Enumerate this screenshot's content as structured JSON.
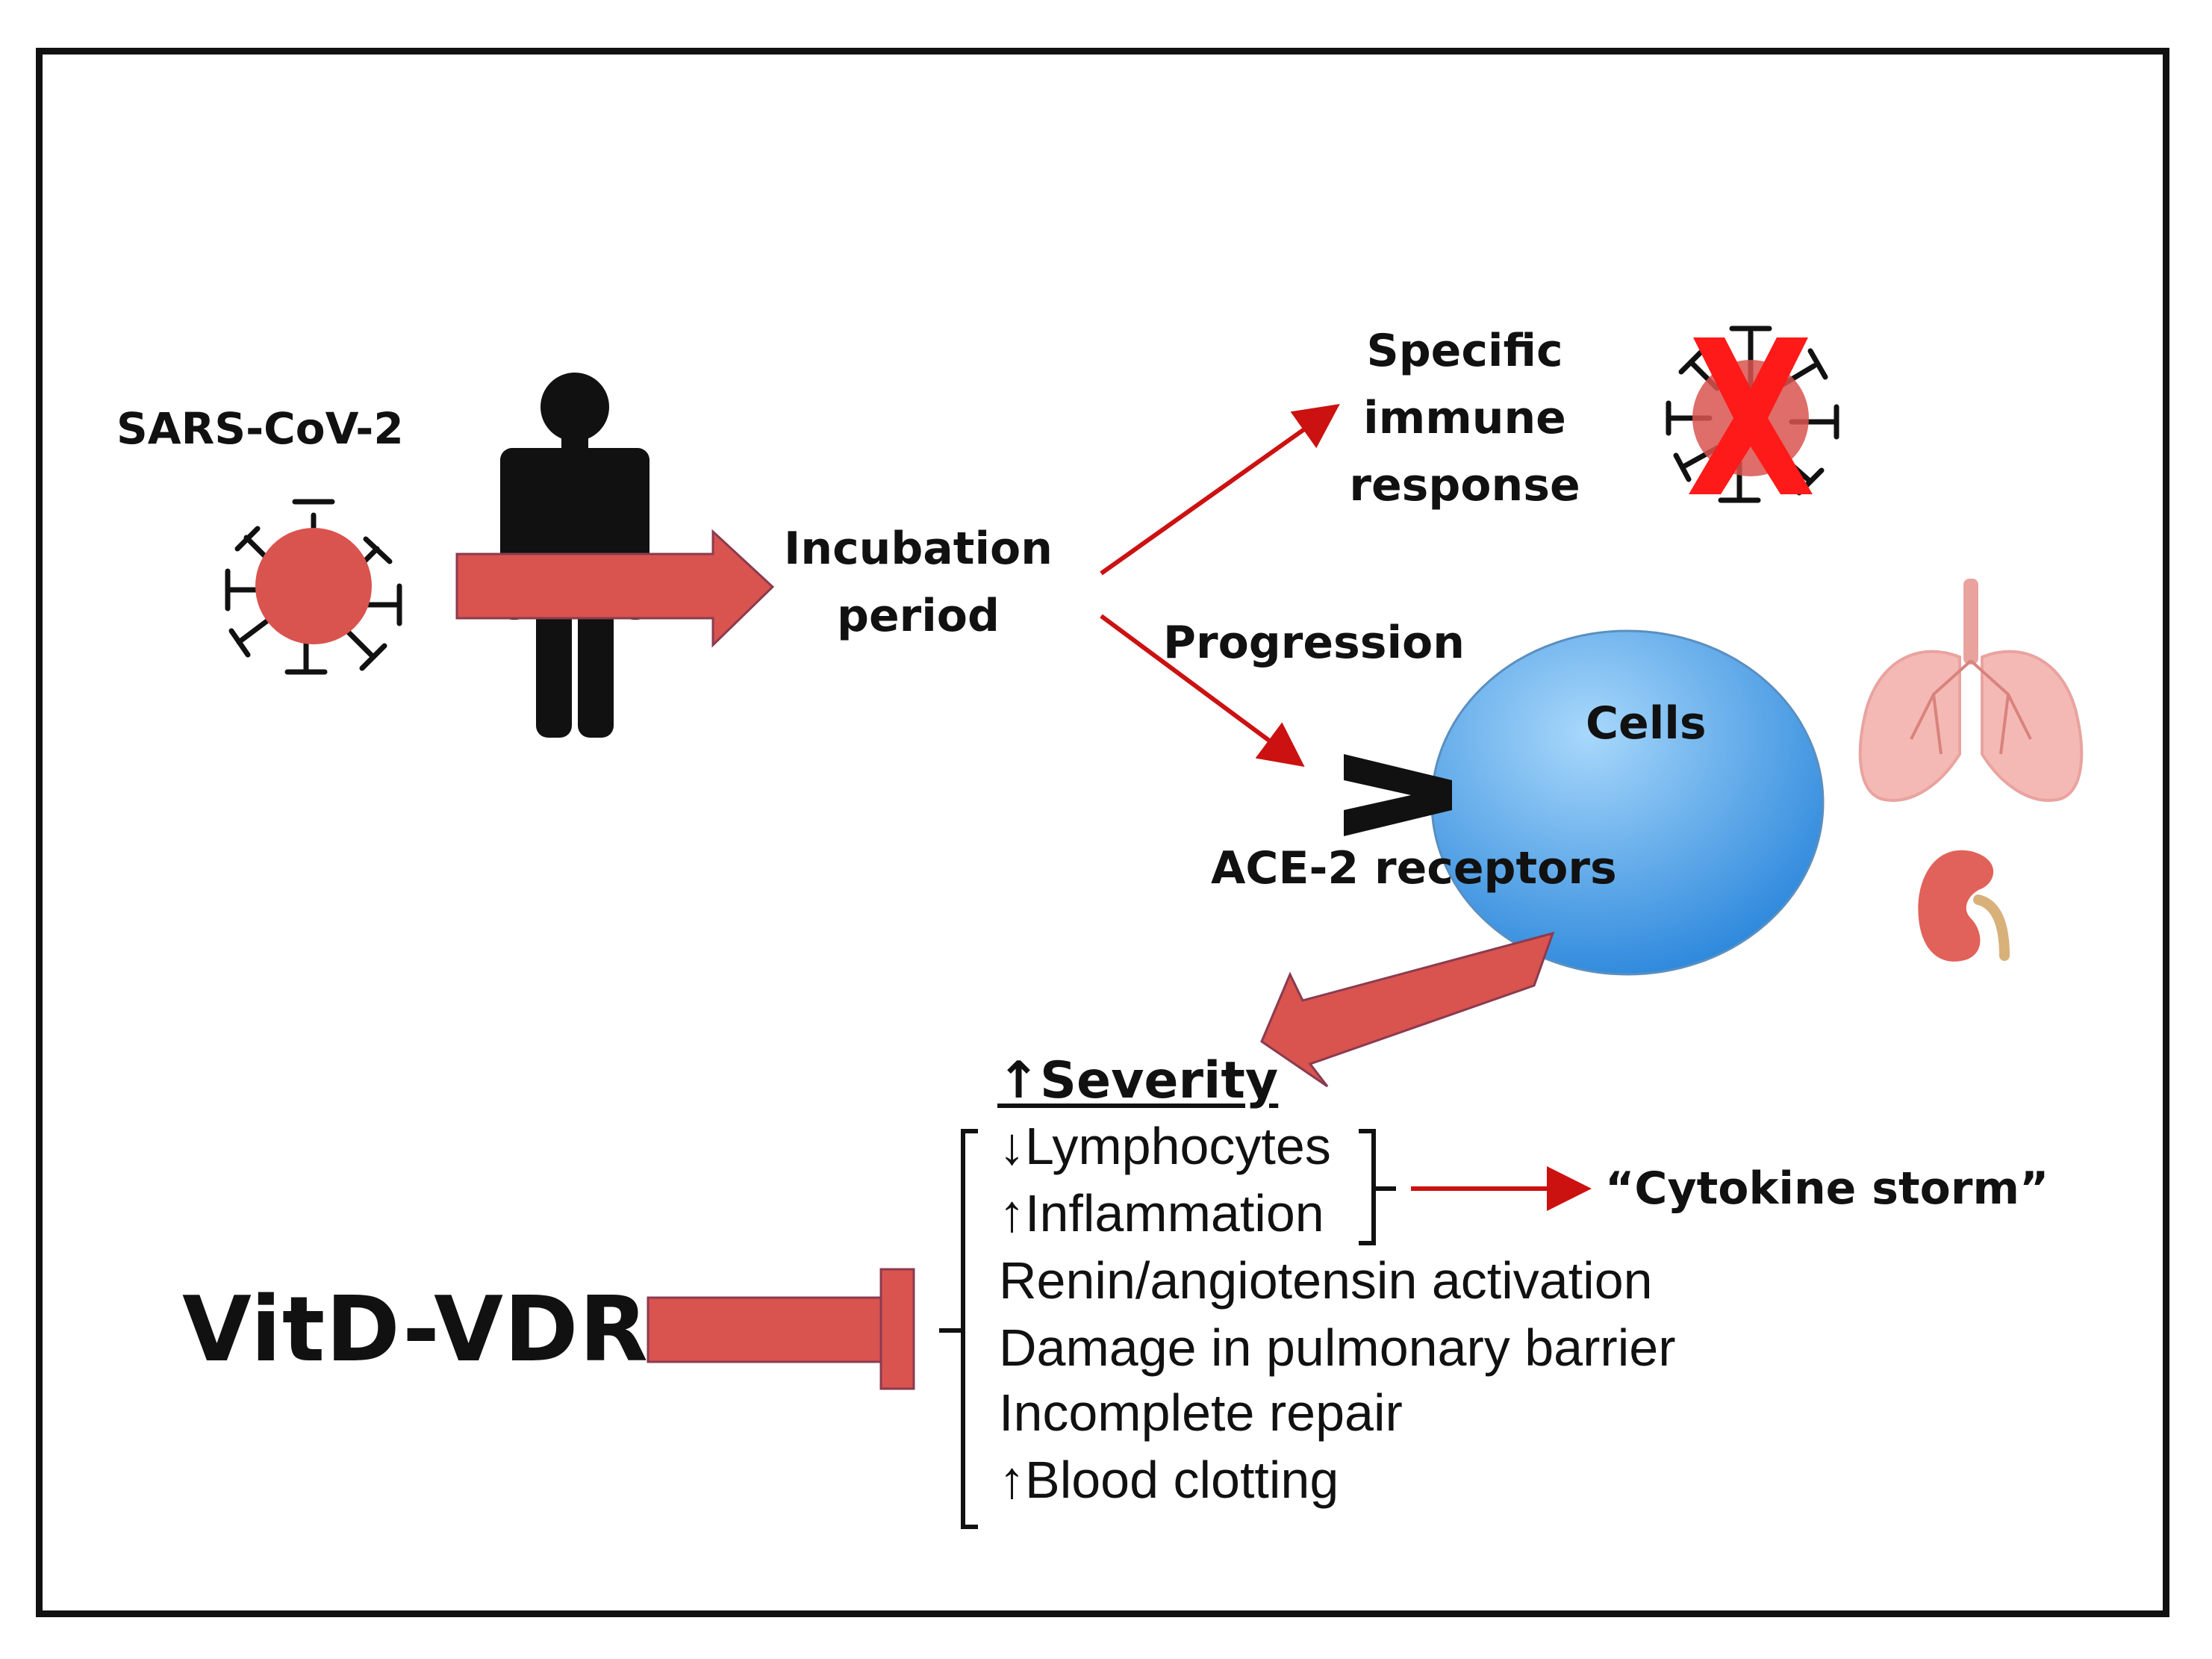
{
  "labels": {
    "virus": "SARS-CoV-2",
    "incubation": [
      "Incubation",
      "period"
    ],
    "immune_response": [
      "Specific",
      "immune",
      "response"
    ],
    "progression": "Progression",
    "cells": "Cells",
    "receptors": "ACE-2 receptors",
    "vitd": "VitD-VDR",
    "cytokine_storm": "“Cytokine storm”"
  },
  "severity": {
    "title": "↑Severity",
    "items": [
      "↓Lymphocytes",
      "↑Inflammation",
      "Renin/angiotensin activation",
      "Damage in pulmonary barrier",
      "Incomplete repair",
      "↑Blood clotting"
    ]
  },
  "icons": [
    "virus-icon",
    "person-icon",
    "crossed-virus-icon",
    "cell-icon",
    "ace2-receptor-icon",
    "lungs-icon",
    "kidney-icon"
  ],
  "colors": {
    "arrow_fill": "#d9534f",
    "arrow_stroke": "#8a3b4f",
    "thin_arrow": "#cc1111",
    "cell_light": "#9fd0f5",
    "cell_dark": "#2f8de0",
    "cross": "#ff1a1a",
    "lungs": "#f2b6b2",
    "kidney": "#e0625a"
  }
}
